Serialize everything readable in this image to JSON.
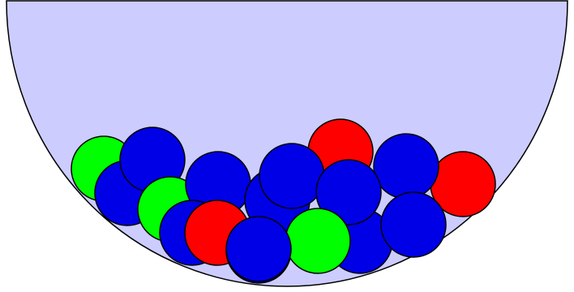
{
  "colors": {
    "bowl_fill": "#ccccff",
    "outline": "#000000",
    "blue": "#0000e6",
    "red": "#ff0000",
    "green": "#00ff00"
  },
  "balls": [
    {
      "color": "green"
    },
    {
      "color": "blue"
    },
    {
      "color": "blue"
    },
    {
      "color": "green"
    },
    {
      "color": "red"
    },
    {
      "color": "blue"
    },
    {
      "color": "blue"
    },
    {
      "color": "blue"
    },
    {
      "color": "red"
    },
    {
      "color": "blue"
    },
    {
      "color": "blue"
    },
    {
      "color": "red"
    },
    {
      "color": "blue"
    },
    {
      "color": "blue"
    },
    {
      "color": "blue"
    },
    {
      "color": "blue"
    },
    {
      "color": "green"
    },
    {
      "color": "blue"
    }
  ],
  "counts": {
    "total": 18,
    "blue": 12,
    "red": 3,
    "green": 3
  }
}
